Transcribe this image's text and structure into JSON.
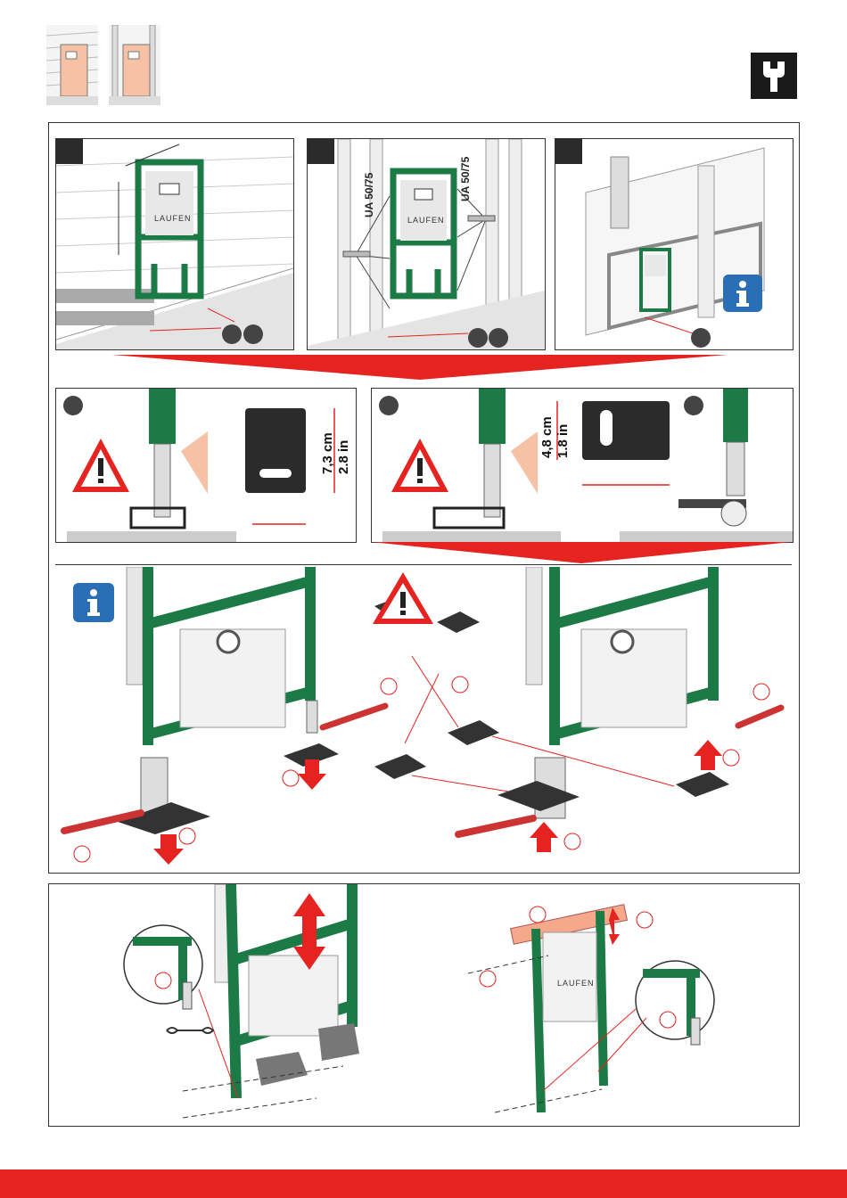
{
  "labels": {
    "ua_left": "UA 50/75",
    "ua_right": "UA 50/75",
    "brand_1": "LAUFEN",
    "brand_2": "LAUFEN",
    "brand_3": "LAUFEN",
    "dim_73_cm": "7,3 cm",
    "dim_28_in": "2.8 in",
    "dim_48_cm": "4,8 cm",
    "dim_18_in": "1.8 in"
  },
  "colors": {
    "frame_green": "#1b7a45",
    "accent_red": "#e52421",
    "info_blue": "#2a6fb5",
    "dark": "#2b2b2b"
  },
  "icons": {
    "top_right": "wrench-icon",
    "info": "info-icon",
    "warning": "warning-triangle-icon"
  }
}
